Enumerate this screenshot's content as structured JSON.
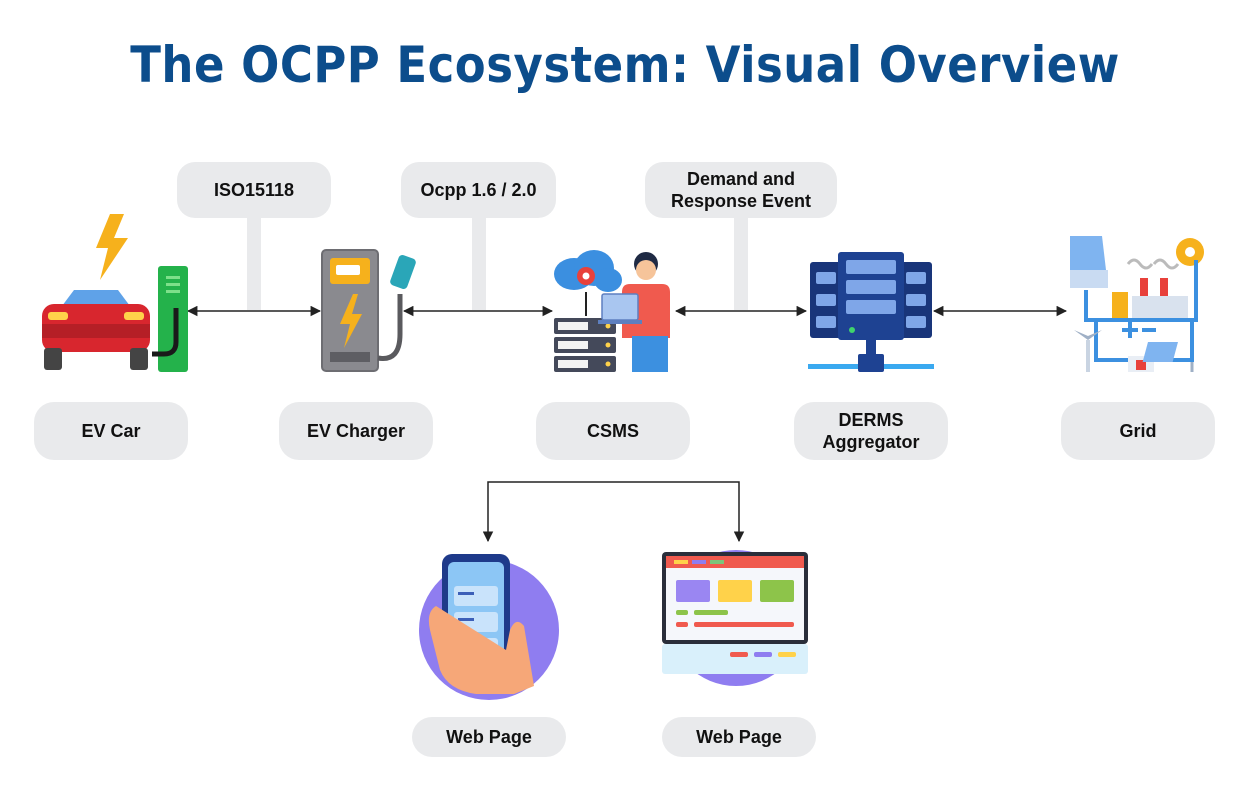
{
  "title": "The OCPP Ecosystem: Visual Overview",
  "nodes": {
    "ev_car": "EV Car",
    "ev_charger": "EV Charger",
    "csms": "CSMS",
    "derms_line1": "DERMS",
    "derms_line2": "Aggregator",
    "grid": "Grid",
    "web_page_mobile": "Web Page",
    "web_page_desktop": "Web Page"
  },
  "protocols": {
    "car_charger": "ISO15118",
    "charger_csms": "Ocpp 1.6 / 2.0",
    "csms_derms_line1": "Demand and",
    "csms_derms_line2": "Response Event"
  },
  "icons": [
    "ev-car-icon",
    "ev-charger-icon",
    "csms-server-icon",
    "derms-server-icon",
    "grid-icon",
    "mobile-web-icon",
    "desktop-web-icon"
  ],
  "colors": {
    "title": "#0c4d8c",
    "box": "#e9eaec",
    "arrow": "#222222"
  }
}
